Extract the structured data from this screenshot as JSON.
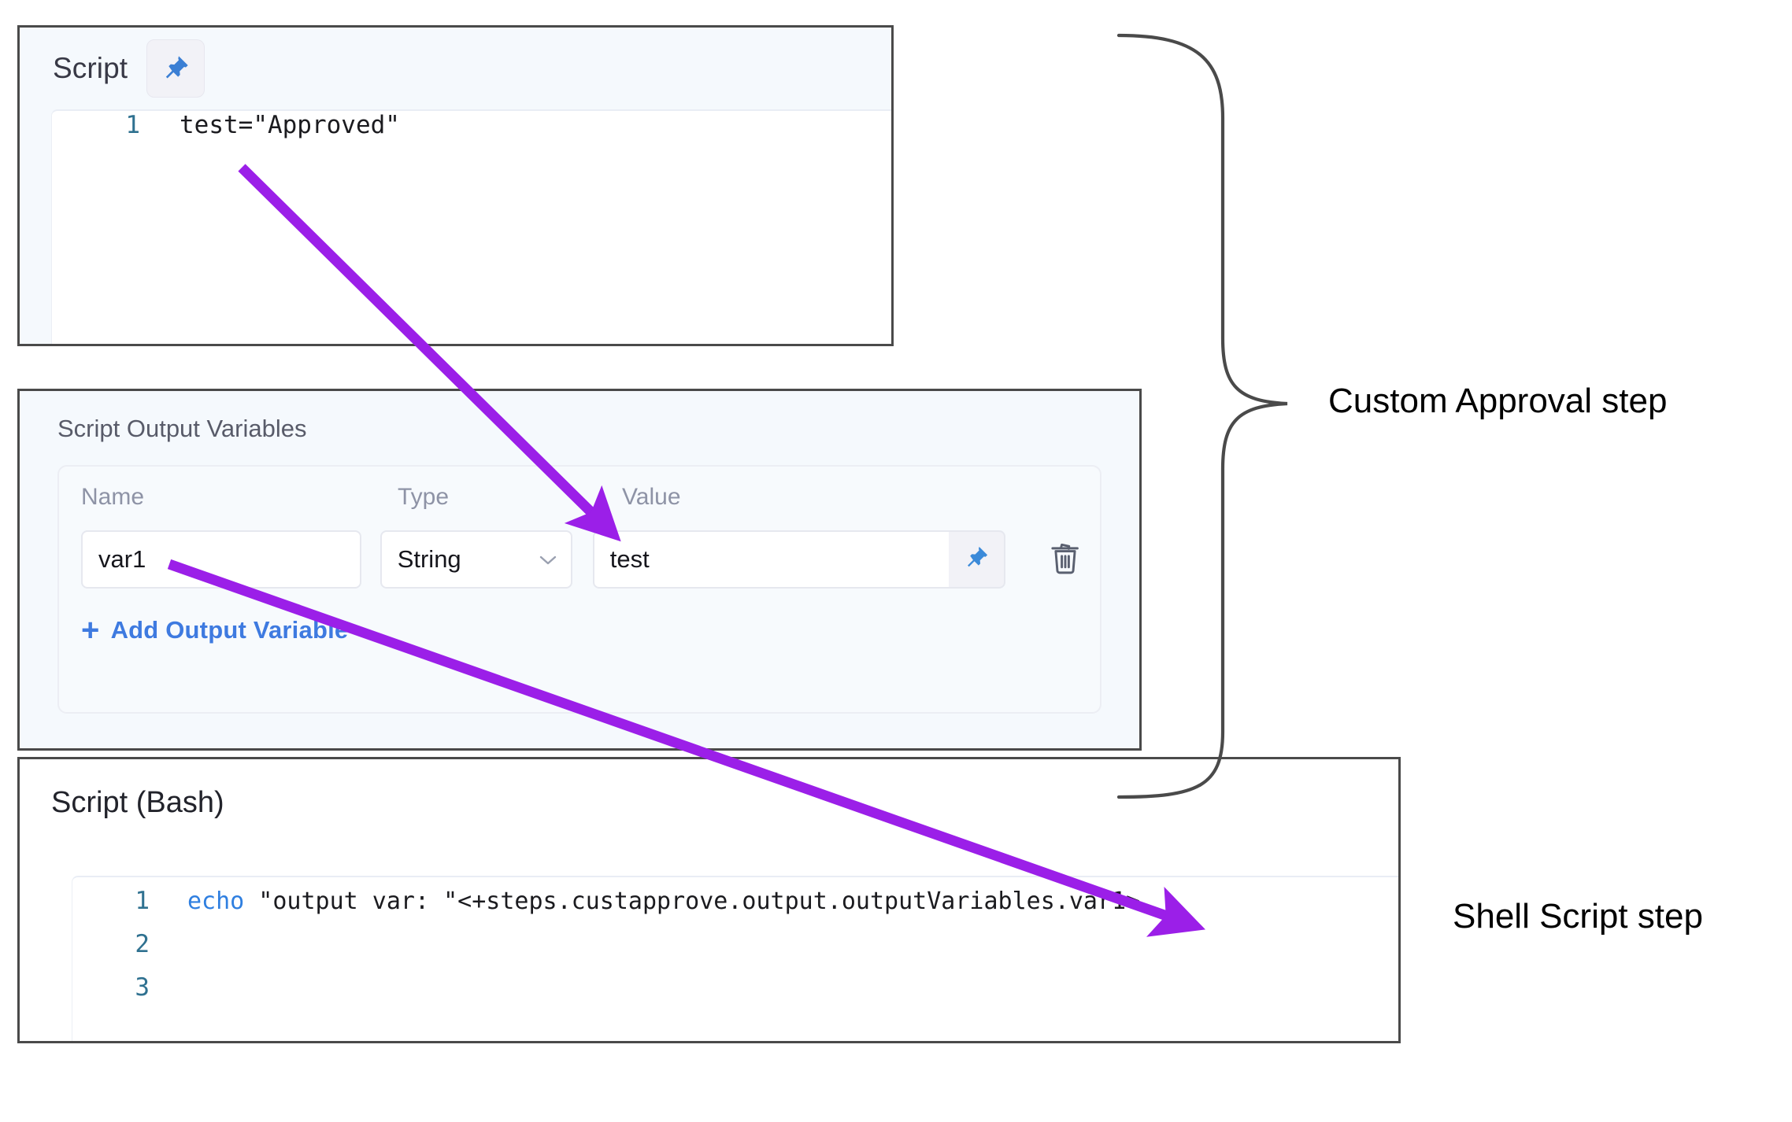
{
  "script_card": {
    "title": "Script",
    "pin_icon": "pin-icon",
    "code": {
      "lines": [
        {
          "number": "1",
          "text": "test=\"Approved\""
        }
      ]
    }
  },
  "output_variables_card": {
    "title": "Script Output Variables",
    "columns": [
      "Name",
      "Type",
      "Value"
    ],
    "rows": [
      {
        "name": "var1",
        "type": "String",
        "type_chevron": "chevron-down-icon",
        "value": "test",
        "value_pin_icon": "pin-icon",
        "delete_icon": "trash-icon"
      }
    ],
    "add_link": {
      "plus": "+",
      "label": "Add Output Variable"
    }
  },
  "bash_card": {
    "title": "Script (Bash)",
    "code": {
      "lines": [
        {
          "number": "1",
          "keyword": "echo",
          "rest": " \"output var: \"<+steps.custapprove.output.outputVariables.var1>"
        },
        {
          "number": "2",
          "keyword": "",
          "rest": ""
        },
        {
          "number": "3",
          "keyword": "",
          "rest": ""
        }
      ]
    }
  },
  "annotations": {
    "brace_label": "Custom Approval step",
    "shell_label": "Shell Script step",
    "arrow_color": "#9b1fe8",
    "brace_color": "#4a4a4a"
  }
}
